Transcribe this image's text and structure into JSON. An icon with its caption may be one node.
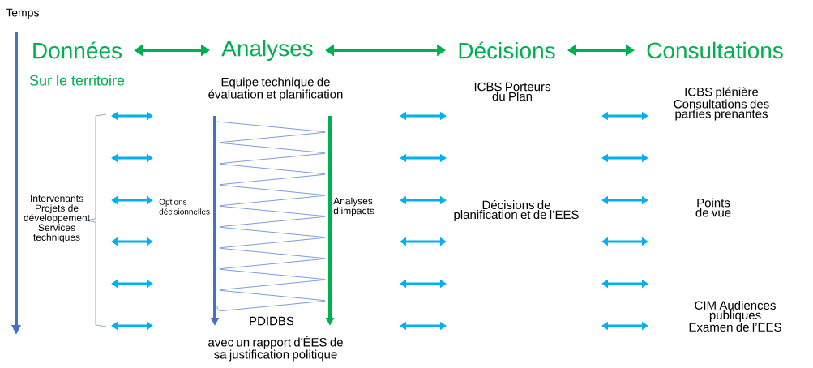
{
  "diagram": {
    "nodes": [
      {
        "text": [
          "Données"
        ],
        "beside": [
          "Sur le territoire"
        ]
      },
      {
        "text": [
          "Analyses"
        ]
      },
      {
        "text": [
          "Décisions"
        ]
      },
      {
        "text": [
          "Consultations"
        ]
      }
    ],
    "edges": [
      {
        "from": 0,
        "to": 1,
        "arrow": "both"
      },
      {
        "from": 1,
        "to": 2,
        "arrow": "both"
      },
      {
        "from": 2,
        "to": 3,
        "arrow": "both"
      }
    ],
    "labels": [
      "Temps",
      "Equipe technique de évaluation et planification",
      "ICBS Porteurs du Plan",
      "ICBS plénière Consultations des parties prenantes",
      "Intervenants Projets de développement Services techniques",
      "Options décisionnelles",
      "Analyses d’impacts",
      "Décisions de planification et de l’EES",
      "Points de vue",
      "PDIDBS",
      "avec un rapport d'ÉES de sa justification politique",
      "CIM Audiences publiques Examen de l’EES"
    ]
  }
}
